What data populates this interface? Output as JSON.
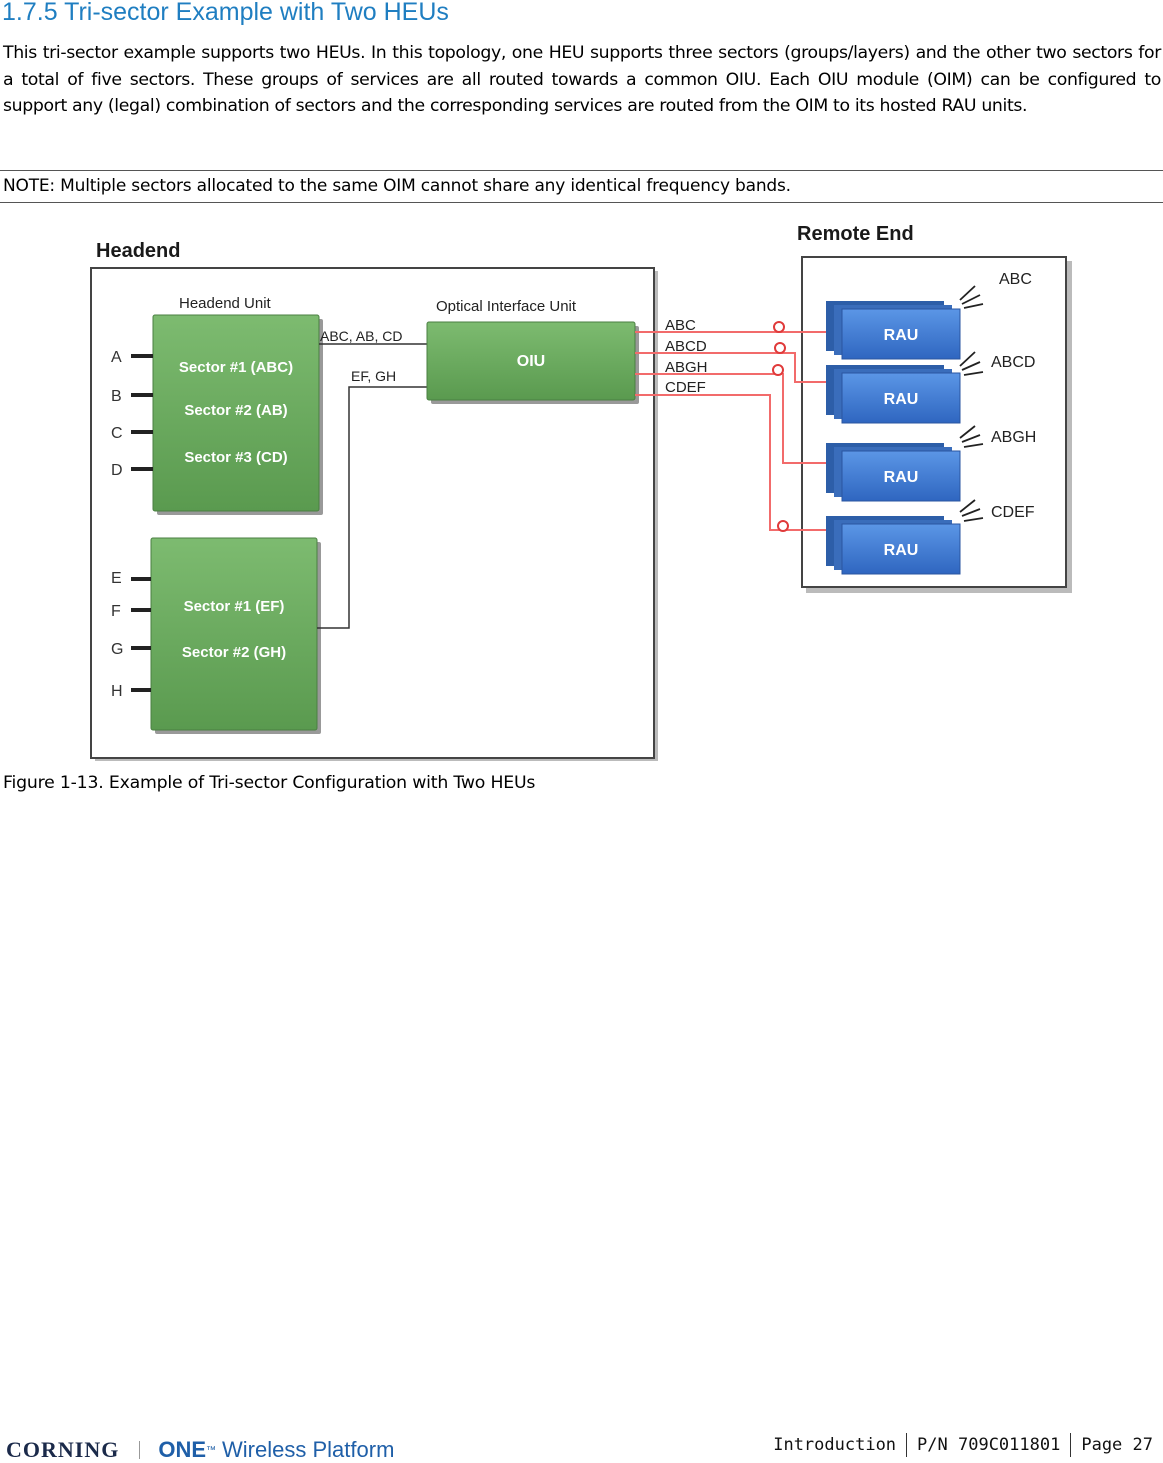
{
  "section": {
    "heading": "1.7.5 Tri-sector Example with Two HEUs",
    "paragraph": "This tri-sector example supports two HEUs.    In this topology, one HEU supports three sectors (groups/layers) and the other two sectors for a total of five sectors. These groups of services are all routed towards a common OIU. Each OIU module (OIM) can be configured to support any (legal) combination of sectors and the corresponding services are routed from the OIM to its hosted RAU units.",
    "note": "NOTE: Multiple sectors allocated to the same OIM cannot share any identical frequency bands."
  },
  "figure": {
    "headend_title": "Headend",
    "remote_title": "Remote End",
    "headend_unit_label": "Headend Unit",
    "oiu_title": "Optical Interface Unit",
    "oiu_label": "OIU",
    "heu1_inputs": [
      "A",
      "B",
      "C",
      "D"
    ],
    "heu1_sectors": [
      "Sector #1 (ABC)",
      "Sector #2 (AB)",
      "Sector #3 (CD)"
    ],
    "heu2_inputs": [
      "E",
      "F",
      "G",
      "H"
    ],
    "heu2_sectors": [
      "Sector #1 (EF)",
      "Sector #2 (GH)"
    ],
    "link1_label": "ABC, AB, CD",
    "link2_label": "EF, GH",
    "oiu_outputs": [
      "ABC",
      "ABCD",
      "ABGH",
      "CDEF"
    ],
    "rau_label": "RAU",
    "rau_services": [
      "ABC",
      "ABCD",
      "ABGH",
      "CDEF"
    ],
    "colors": {
      "green": "#6aaa5e",
      "blue": "#3a78d0",
      "red_link": "#f26b6b"
    },
    "caption": "Figure 1-13. Example of Tri-sector Configuration with Two HEUs"
  },
  "footer": {
    "brand_corning": "CORNING",
    "brand_one": "ONE",
    "brand_tm": "™",
    "brand_platform": "Wireless Platform",
    "section": "Introduction",
    "part_number": "P/N 709C011801",
    "page": "Page 27"
  }
}
